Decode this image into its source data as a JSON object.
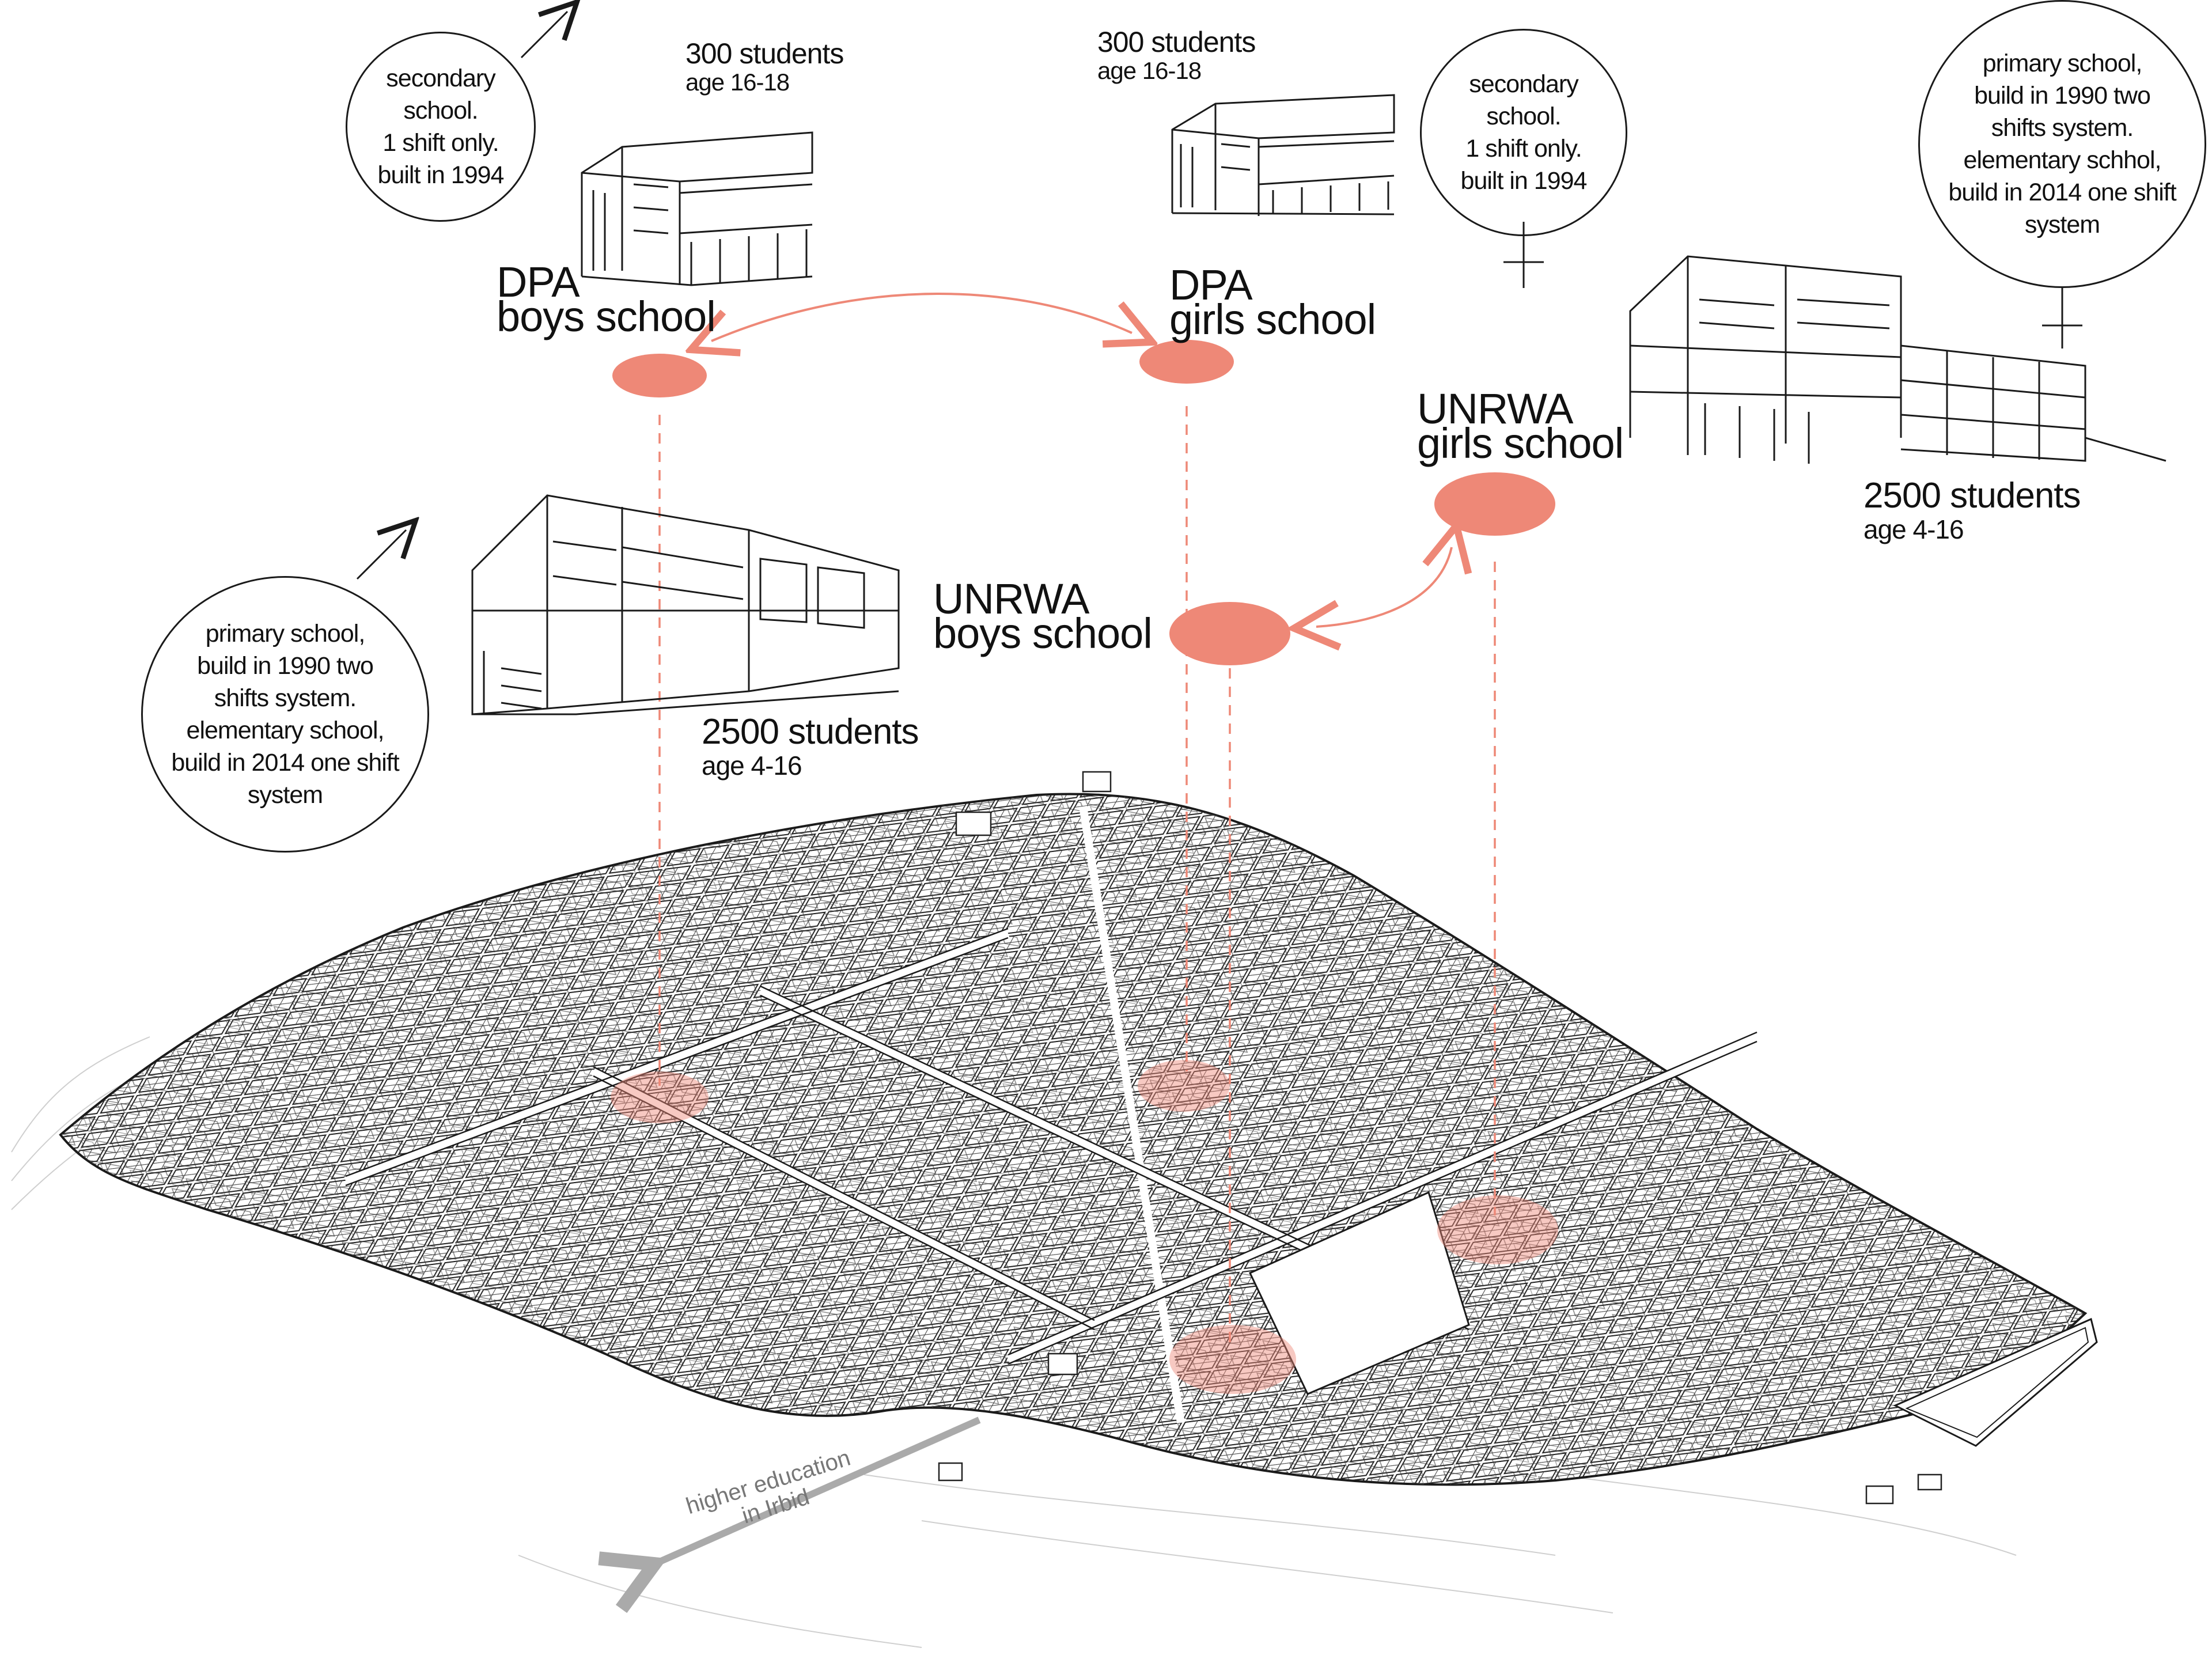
{
  "colors": {
    "accent": "#ee8877",
    "accent_light": "#f6c1b4",
    "ink": "#1a1a1a",
    "arrow_gray": "#aaaaaa"
  },
  "schools": [
    {
      "id": "dpa-boys",
      "name_line1": "DPA",
      "name_line2": "boys school",
      "count": "300 students",
      "age": "age 16-18",
      "note": "secondary\nschool.\n1 shift only.\nbuilt in  1994",
      "gender_symbol": "male-symbol-icon"
    },
    {
      "id": "dpa-girls",
      "name_line1": "DPA",
      "name_line2": "girls school",
      "count": "300 students",
      "age": "age 16-18",
      "note": "secondary\nschool.\n1 shift only.\nbuilt in  1994",
      "gender_symbol": "female-symbol-icon"
    },
    {
      "id": "unrwa-boys",
      "name_line1": "UNRWA",
      "name_line2": "boys school",
      "count": "2500 students",
      "age": "age 4-16",
      "note": "primary school,\nbuild in 1990 two\nshifts system.\nelementary school,\nbuild in 2014 one shift\nsystem",
      "gender_symbol": "male-symbol-icon"
    },
    {
      "id": "unrwa-girls",
      "name_line1": "UNRWA",
      "name_line2": "girls school",
      "count": "2500 students",
      "age": "age 4-16",
      "note": "primary school,\nbuild in 1990 two\nshifts system.\nelementary schhol,\nbuild in 2014 one shift\nsystem",
      "gender_symbol": "female-symbol-icon"
    }
  ],
  "higher_education": {
    "label": "higher education\nin Irbid"
  }
}
